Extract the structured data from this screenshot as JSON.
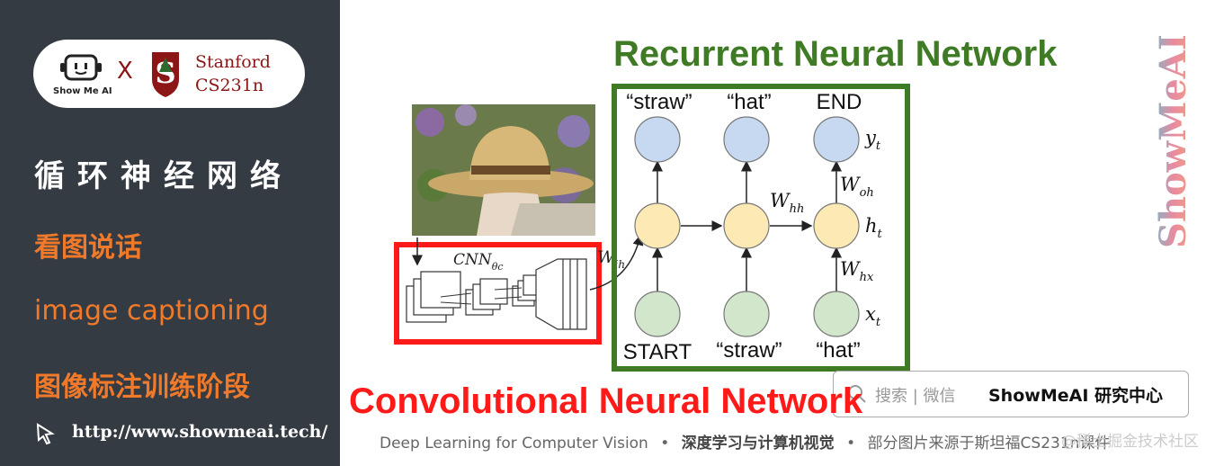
{
  "sidebar": {
    "logo": {
      "showmeai": "Show Me AI",
      "x": "X",
      "stanford_line1": "Stanford",
      "stanford_line2": "CS231n"
    },
    "title": "循环神经网络",
    "items": [
      "看图说话",
      "image captioning",
      "图像标注训练阶段"
    ],
    "url": "http://www.showmeai.tech/"
  },
  "diagram": {
    "rnn_title": "Recurrent Neural Network",
    "cnn_title": "Convolutional Neural Network",
    "cnn_label": "CNN",
    "cnn_label_sub": "θc",
    "wih_label": "W",
    "wih_sub": "ih",
    "words_top": [
      "“straw”",
      "“hat”",
      "END"
    ],
    "words_bottom": [
      "START",
      "“straw”",
      "“hat”"
    ],
    "y_label": "y",
    "h_label": "h",
    "x_label": "x",
    "t_sub": "t",
    "w_hh": "W",
    "w_hh_sub": "hh",
    "w_oh": "W",
    "w_oh_sub": "oh",
    "w_hx": "W",
    "w_hx_sub": "hx",
    "colors": {
      "rnn_green": "#3f7a24",
      "cnn_red": "#ff1a1a",
      "output_node": "#c6d9f1",
      "hidden_node": "#fde9b4",
      "input_node": "#d2e6cc"
    }
  },
  "wechat": {
    "search_label": "搜索 | 微信",
    "brand": "ShowMeAI 研究中心",
    "icon": "search-icon"
  },
  "footer": {
    "left": "Deep Learning for Computer Vision",
    "sep": "•",
    "middle": "深度学习与计算机视觉",
    "right": "部分图片来源于斯坦福CS231n课件",
    "overlay": "@稀土掘金技术社区"
  },
  "watermark": "ShowMeAI"
}
